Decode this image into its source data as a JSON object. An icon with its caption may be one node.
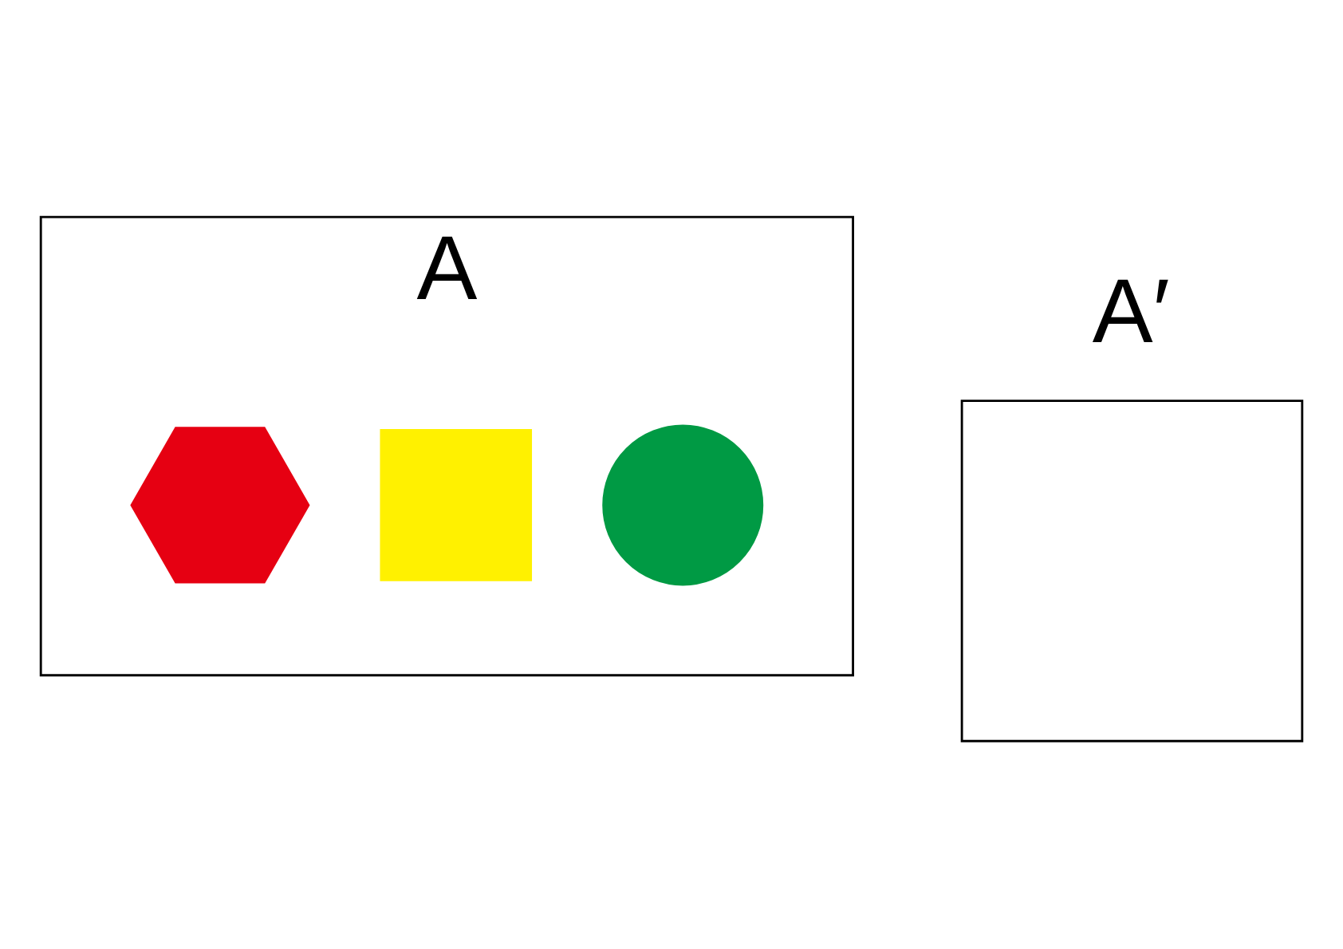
{
  "diagram": {
    "nodes": [
      {
        "text": [
          "A"
        ]
      },
      {
        "text": [],
        "shape": "circle",
        "in": 0
      },
      {
        "text": [],
        "shape": "box",
        "in": 0
      },
      {
        "text": [],
        "shape": "hexagon",
        "in": 0
      },
      {
        "text": [
          "A′"
        ]
      }
    ]
  }
}
